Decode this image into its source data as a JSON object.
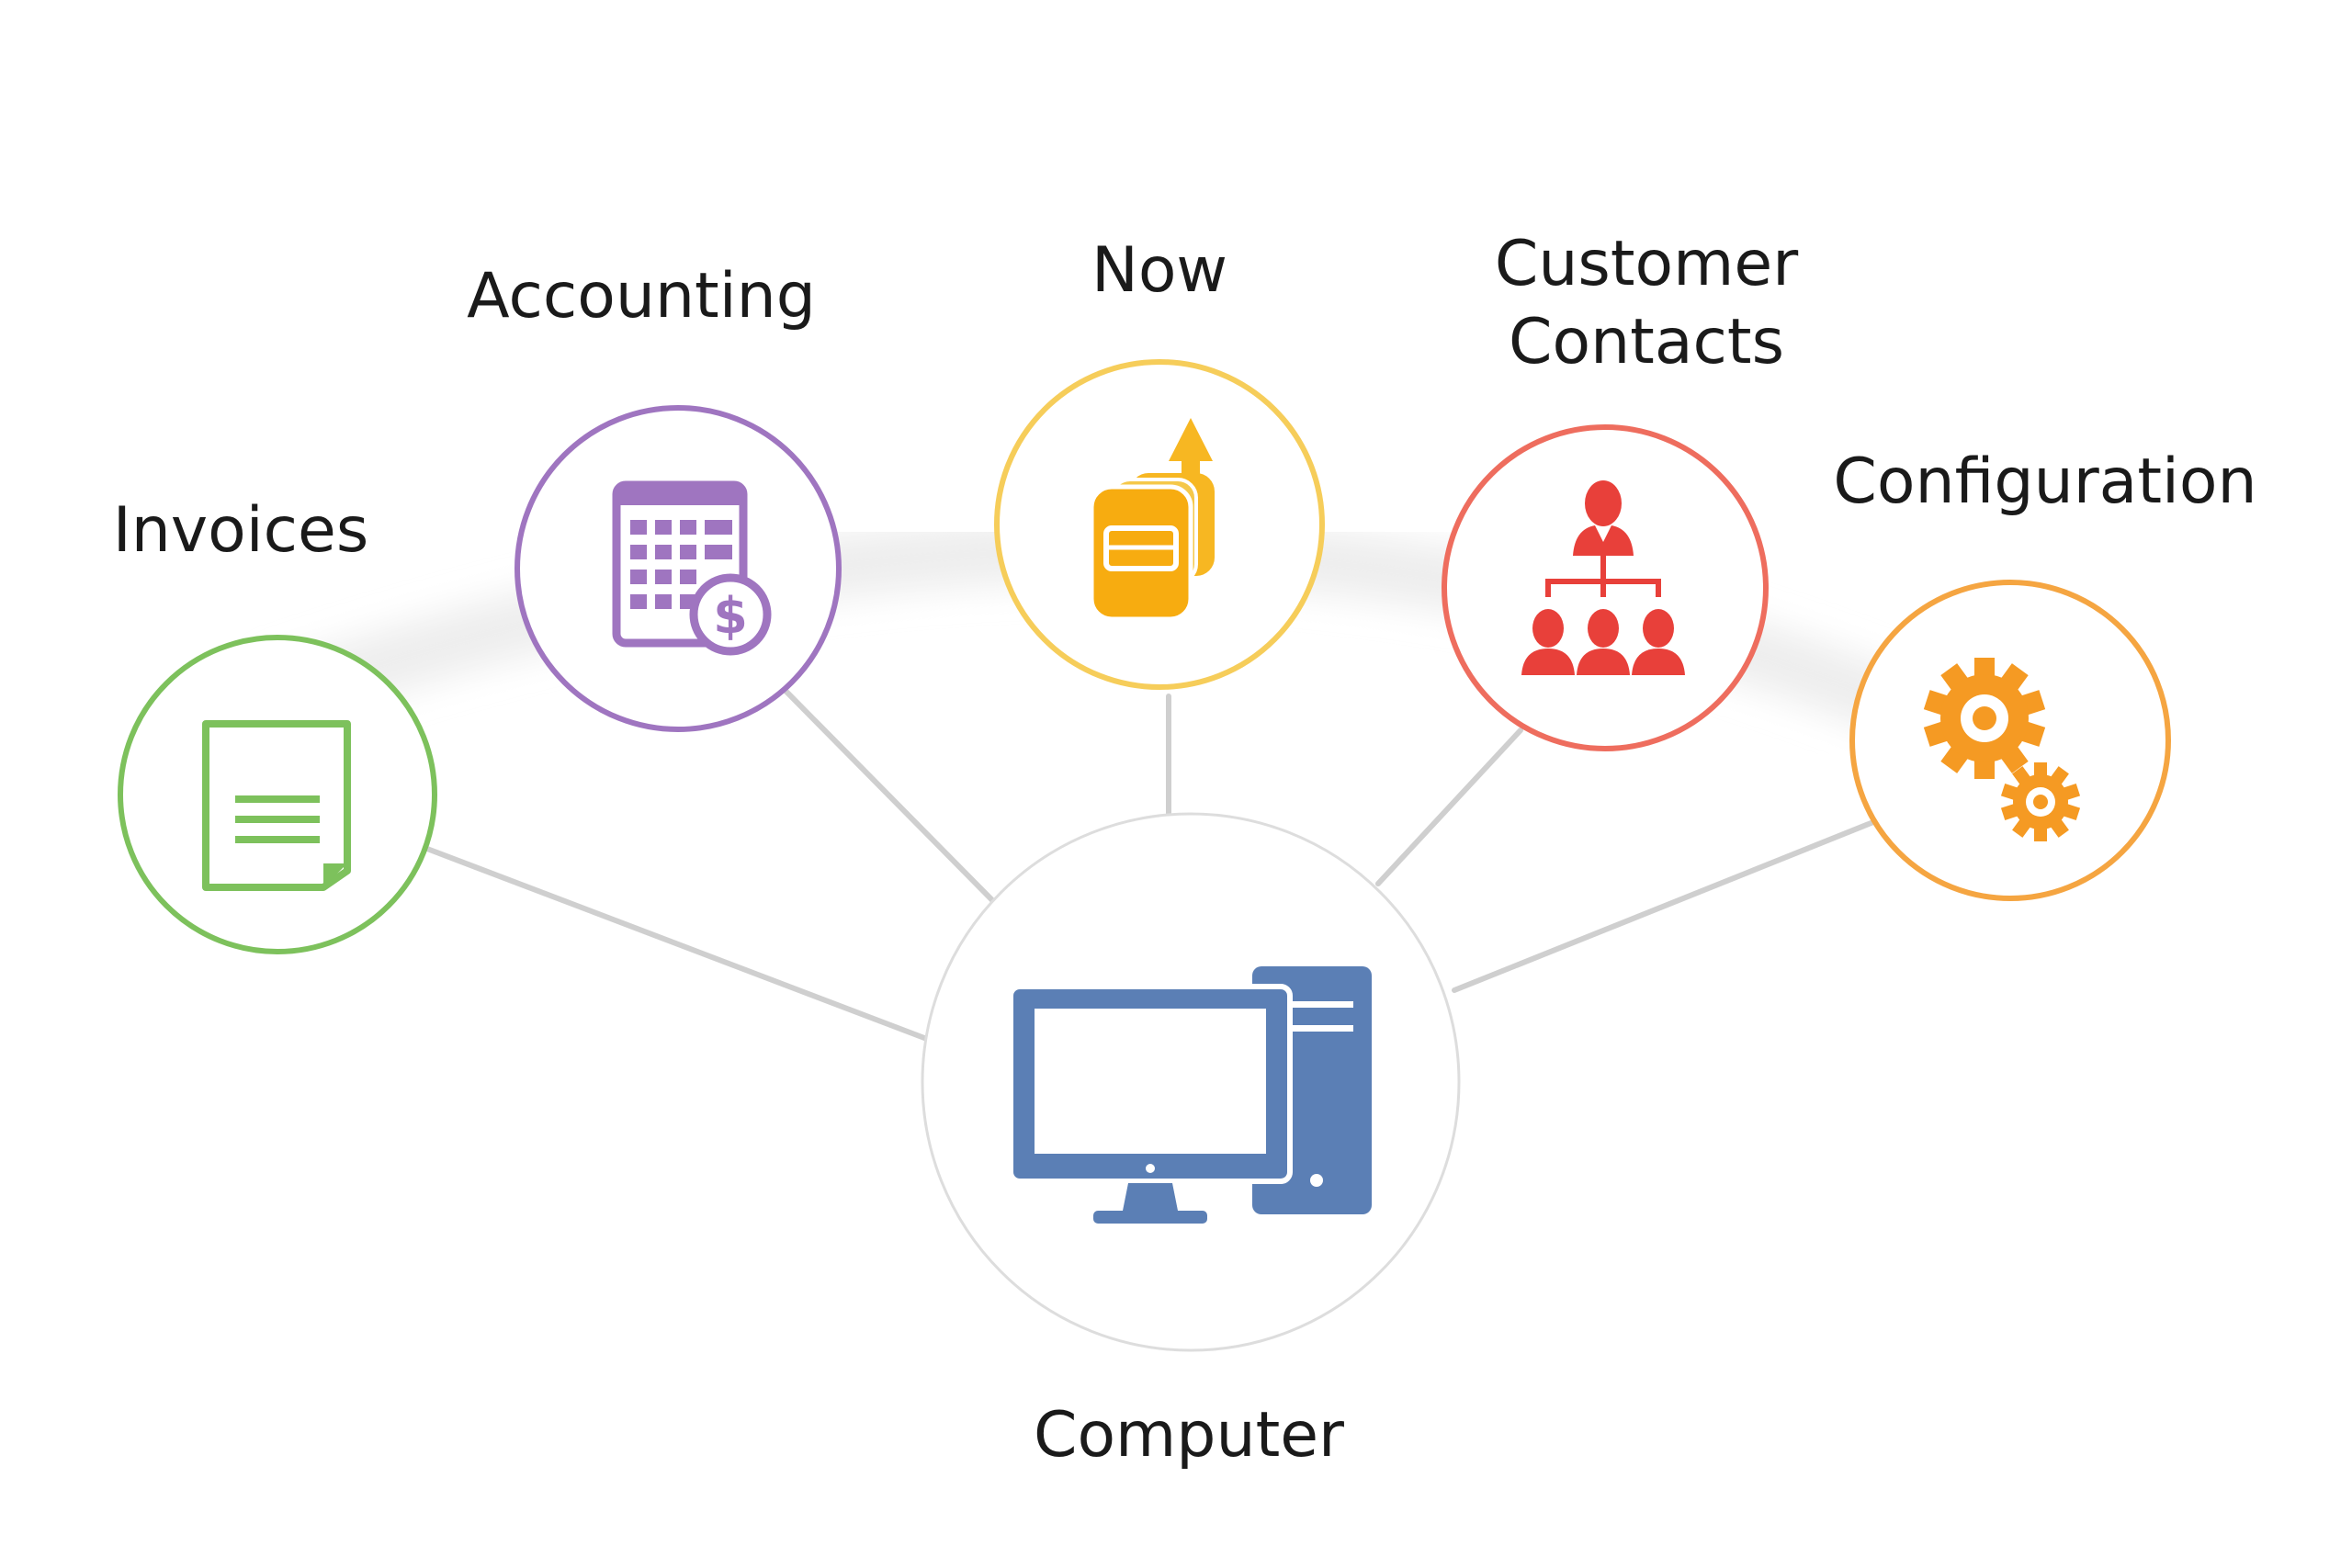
{
  "nodes": {
    "invoices": {
      "label": "Invoices",
      "color": "#7dc15c",
      "icon": "invoice-document-icon"
    },
    "accounting": {
      "label": "Accounting",
      "color": "#9f75c0",
      "icon": "calendar-dollar-icon"
    },
    "now": {
      "label": "Now",
      "color": "#f6cd5a",
      "icon": "storage-upload-icon"
    },
    "contacts": {
      "label": "Customer\nContacts",
      "color": "#ee6d5e",
      "icon": "org-chart-people-icon"
    },
    "configuration": {
      "label": "Configuration",
      "color": "#f5a541",
      "icon": "gears-icon"
    },
    "computer": {
      "label": "Computer",
      "color": "#5b7fb5",
      "icon": "desktop-computer-icon"
    }
  },
  "connector_color": "#cfcfcf",
  "hub_border_color": "#dddddd"
}
